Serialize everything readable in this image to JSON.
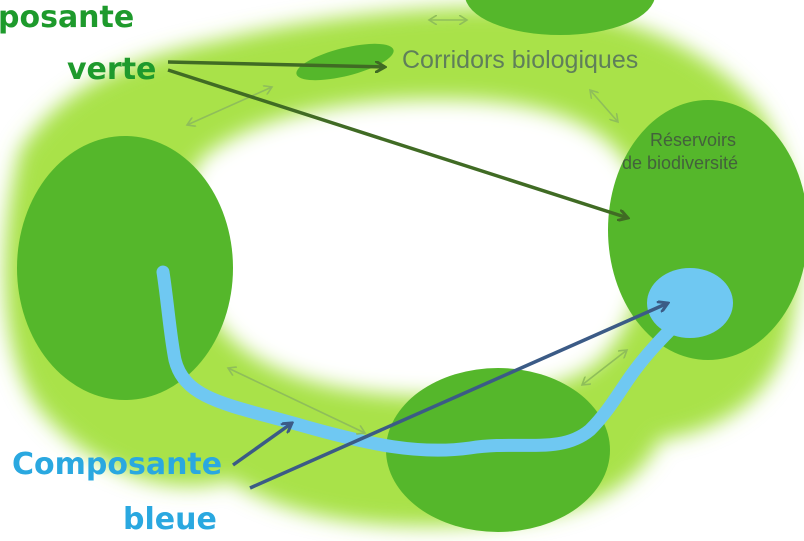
{
  "labels": {
    "green_line1": "posante",
    "green_line2": "verte",
    "blue_line1": "Composante",
    "blue_line2": "bleue",
    "corridors": "Corridors biologiques",
    "reservoirs_line1": "Réservoirs",
    "reservoirs_line2": "de biodiversité"
  },
  "colors": {
    "green_label": "#1e9a2c",
    "blue_label": "#2aa8e0",
    "halo": "#a8e03a",
    "reservoir": "#55b72b",
    "river": "#6fc8f2",
    "green_arrow": "#406b24",
    "blue_arrow": "#3b5b86",
    "double_arrow": "#8fbe5a"
  }
}
